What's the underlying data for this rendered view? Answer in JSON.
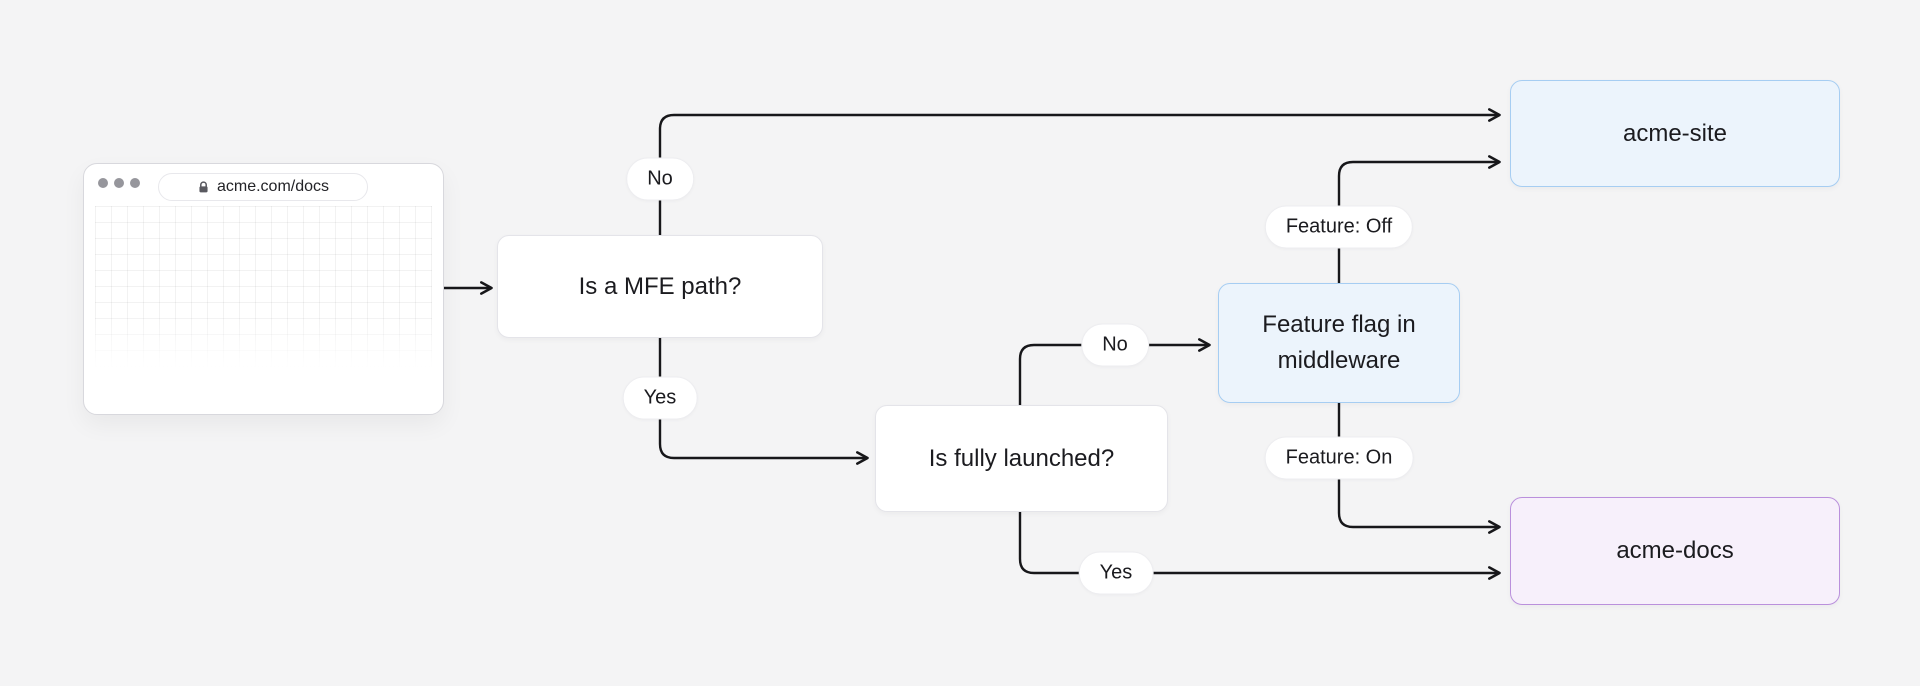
{
  "colors": {
    "background": "#f4f4f5",
    "line": "#17171a",
    "text": "#1b1b1f",
    "node-fill": "#ffffff",
    "node-border": "#e4e4e9",
    "blue-fill": "#ecf4fc",
    "blue-border": "#a6cdf2",
    "purple-fill": "#f7f0fb",
    "purple-border": "#ba90dc",
    "pill-fill": "#ffffff",
    "pill-border": "#ededf0"
  },
  "browser": {
    "url": "acme.com/docs",
    "lock_icon": "lock-icon",
    "window_controls_icon": "window-dots"
  },
  "nodes": {
    "mfe_question": {
      "label": "Is a MFE path?"
    },
    "fully_launched_question": {
      "label": "Is fully launched?"
    },
    "middleware": {
      "label": "Feature flag in middleware"
    },
    "acme_site": {
      "label": "acme-site"
    },
    "acme_docs": {
      "label": "acme-docs"
    }
  },
  "edge_labels": {
    "mfe_no": "No",
    "mfe_yes": "Yes",
    "launched_no": "No",
    "launched_yes": "Yes",
    "feature_off": "Feature: Off",
    "feature_on": "Feature: On"
  }
}
